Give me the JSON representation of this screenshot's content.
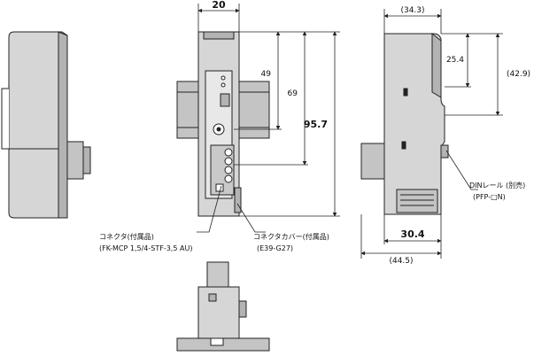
{
  "dimensions": {
    "front_width": "20",
    "height_49": "49",
    "height_69": "69",
    "height_95_7": "95.7",
    "side_top_width": "(34.3)",
    "side_25_4": "25.4",
    "side_42_9": "(42.9)",
    "side_30_4": "30.4",
    "side_44_5": "(44.5)"
  },
  "labels": {
    "connector_line1": "コネクタ(付属品)",
    "connector_line2": "(FK-MCP 1,5/4-STF-3,5 AU)",
    "cover_line1": "コネクタカバー(付属品)",
    "cover_line2": "(E39-G27)",
    "din_line1": "DINレール (別売)",
    "din_line2": "(PFP-□N)"
  },
  "colors": {
    "body_fill": "#d6d6d6",
    "body_dark": "#b3b3b3",
    "rail_fill": "#c4c4c4",
    "line": "#222222"
  }
}
